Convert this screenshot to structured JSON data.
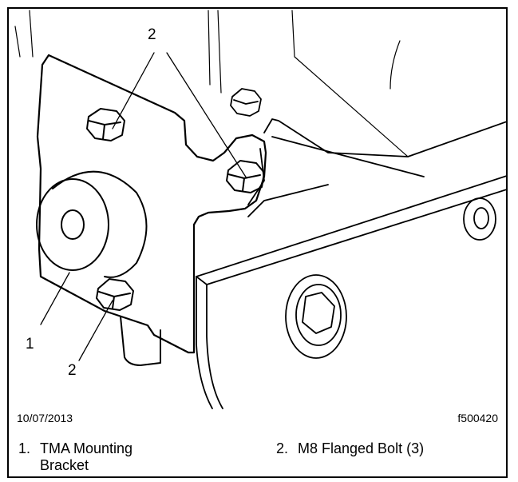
{
  "figure": {
    "date": "10/07/2013",
    "figure_id": "f500420",
    "callouts": [
      "2",
      "1",
      "2"
    ],
    "legend": [
      {
        "number": "1.",
        "text_line1": "TMA Mounting",
        "text_line2": "Bracket"
      },
      {
        "number": "2.",
        "text_line1": "M8 Flanged Bolt (3)"
      }
    ]
  }
}
